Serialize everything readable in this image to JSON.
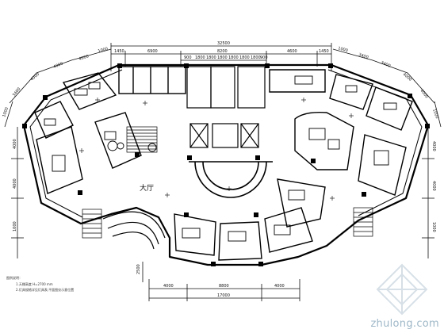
{
  "dimensions": {
    "top_overall": "32500",
    "top_left_segment": "1450",
    "top_seg_2": "6900",
    "top_seg_3": "8200",
    "top_seg_4": "4600",
    "top_right_segment": "1450",
    "top_sub": [
      "900",
      "1800",
      "1800",
      "1800",
      "1800",
      "1800",
      "1800",
      "900"
    ],
    "left_fan": [
      "1000",
      "4000",
      "4000",
      "4000",
      "3400",
      "1000"
    ],
    "right_fan": [
      "1000",
      "3400",
      "3400",
      "4000",
      "4000",
      "1000"
    ],
    "left_side": [
      "4000",
      "4000",
      "1000"
    ],
    "right_side": [
      "4000",
      "4000",
      "1000"
    ],
    "bottom_overall": "17000",
    "bottom_seg": [
      "4000",
      "8800",
      "4000"
    ],
    "bottom_side": "2500"
  },
  "labels": {
    "lobby": "大厅"
  },
  "notes": {
    "line1": "图例说明：",
    "line2": "1.天棚高度 H=2700 mm",
    "line3": "2.灯具规格详见灯具表,平面图仅示意位置"
  },
  "watermark": {
    "text": "zhulong.com"
  }
}
